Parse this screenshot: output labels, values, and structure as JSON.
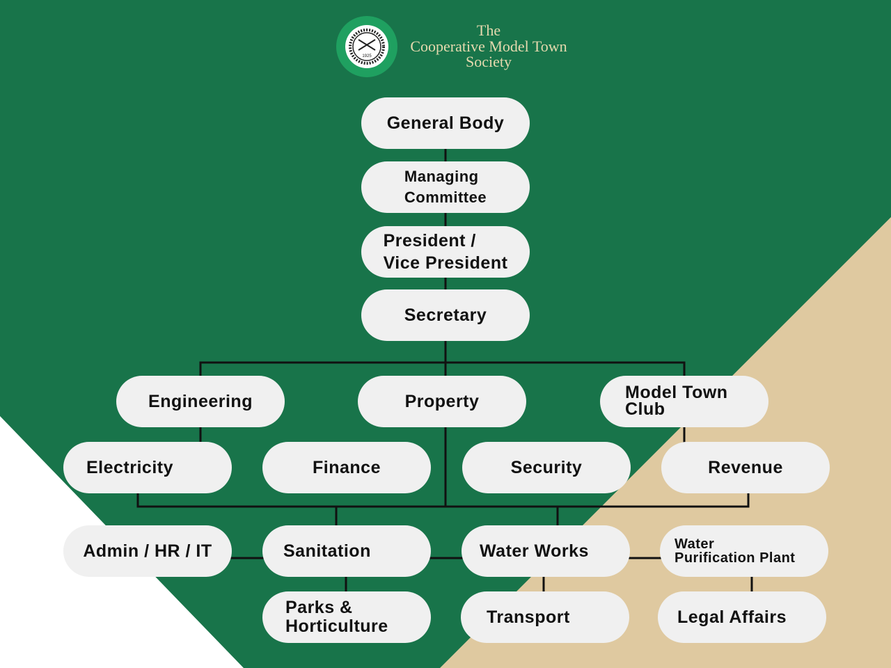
{
  "header": {
    "logo_text": "The Cooperative Model Town Society (1962) Ltd. Lahore.",
    "logo_year": "1925",
    "title_line1": "The",
    "title_line2": "Cooperative Model Town",
    "title_line3": "Society"
  },
  "colors": {
    "green": "#18744a",
    "beige": "#dfc9a0",
    "white": "#ffffff",
    "box": "#f0f0f0",
    "line": "#111111"
  },
  "nodes": {
    "general_body": "General Body",
    "managing_committee": "Managing\nCommittee",
    "president": "President /\nVice President",
    "secretary": "Secretary",
    "engineering": "Engineering",
    "property": "Property",
    "model_town_club": "Model Town\nClub",
    "electricity": "Electricity",
    "finance": "Finance",
    "security": "Security",
    "revenue": "Revenue",
    "admin": "Admin / HR / IT",
    "sanitation": "Sanitation",
    "water_works": "Water Works",
    "water_purification": "Water\nPurification Plant",
    "parks": "Parks &\nHorticulture",
    "transport": "Transport",
    "legal_affairs": "Legal Affairs"
  }
}
